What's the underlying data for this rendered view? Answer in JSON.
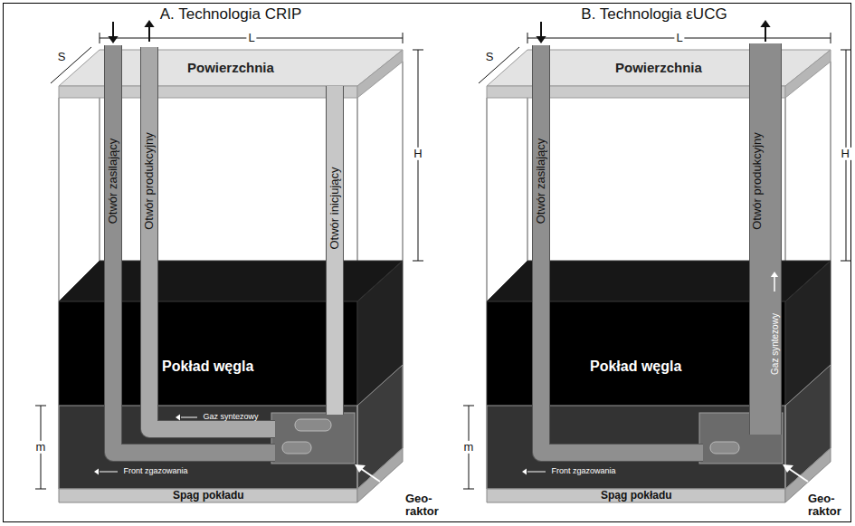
{
  "diagram": {
    "nodes": [
      {
        "text": [
          "Powierzchnia"
        ]
      },
      {
        "text": [
          "Pokład węgla"
        ]
      },
      {
        "text": [
          "Spąg pokładu"
        ]
      },
      {
        "text": [
          "Powierzchnia"
        ]
      },
      {
        "text": [
          "Pokład węgla"
        ]
      },
      {
        "text": [
          "Spąg pokładu"
        ]
      }
    ],
    "labels": [
      "A. Technologia CRIP",
      "L",
      "S",
      "H",
      "Otwór zasilający",
      "Otwór produkcyjny",
      "Otwór inicjujący",
      "Gaz syntezowy",
      "Front zgazowania",
      "m",
      "Geo- raktor",
      "B. Technologia εUCG",
      "L",
      "S",
      "H",
      "Otwór zasilający",
      "Otwór produkcyjny",
      "Gaz syntezowy",
      "Front zgazowania",
      "m",
      "Geo- raktor"
    ]
  }
}
